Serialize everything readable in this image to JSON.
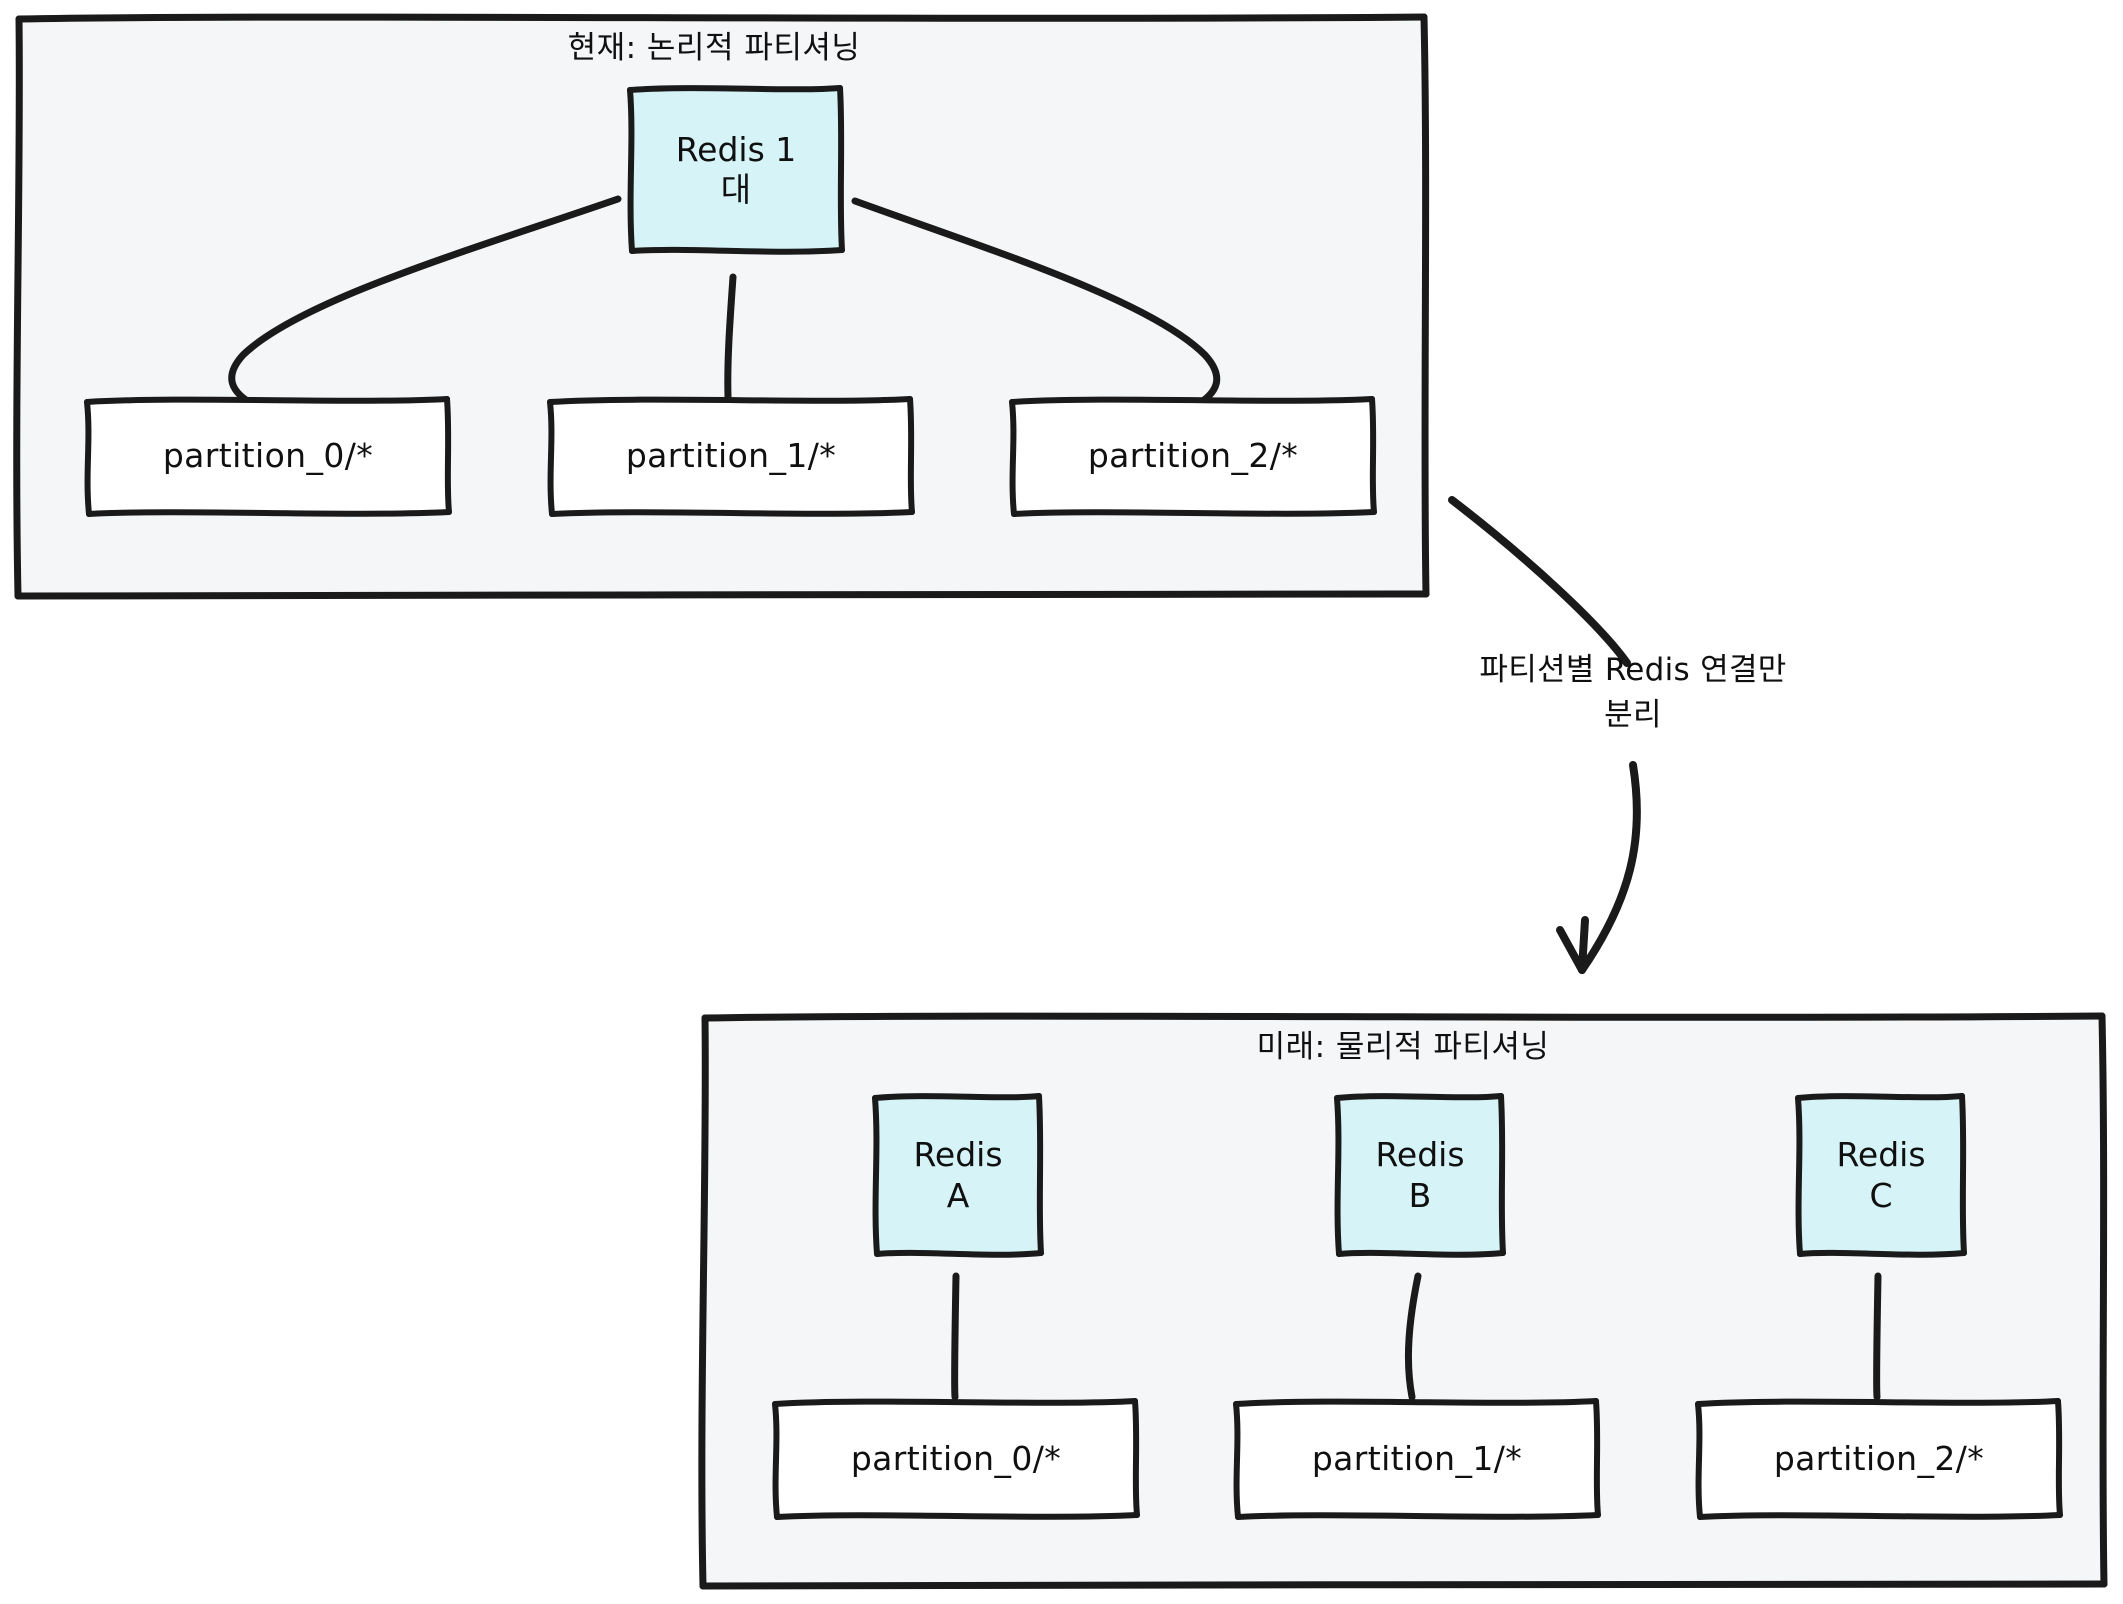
{
  "diagram": {
    "type": "flow-diagram",
    "style": "hand-drawn-sketch",
    "background_color": "#ffffff",
    "stroke_color": "#1a1a1a",
    "group_fill_color": "#f5f6f8",
    "redis_fill_color": "#d6f4f7",
    "partition_fill_color": "#ffffff"
  },
  "groups": {
    "current": {
      "title": "현재: 논리적 파티셔닝"
    },
    "future": {
      "title": "미래: 물리적 파티셔닝"
    }
  },
  "nodes": {
    "redis_single": {
      "label": "Redis 1\n대"
    },
    "top_partitions": [
      {
        "label": "partition_0/*"
      },
      {
        "label": "partition_1/*"
      },
      {
        "label": "partition_2/*"
      }
    ],
    "redis_instances": [
      {
        "label": "Redis\nA"
      },
      {
        "label": "Redis\nB"
      },
      {
        "label": "Redis\nC"
      }
    ],
    "bottom_partitions": [
      {
        "label": "partition_0/*"
      },
      {
        "label": "partition_1/*"
      },
      {
        "label": "partition_2/*"
      }
    ]
  },
  "edges": {
    "transition": {
      "label": "파티션별 Redis 연결만\n분리"
    }
  }
}
